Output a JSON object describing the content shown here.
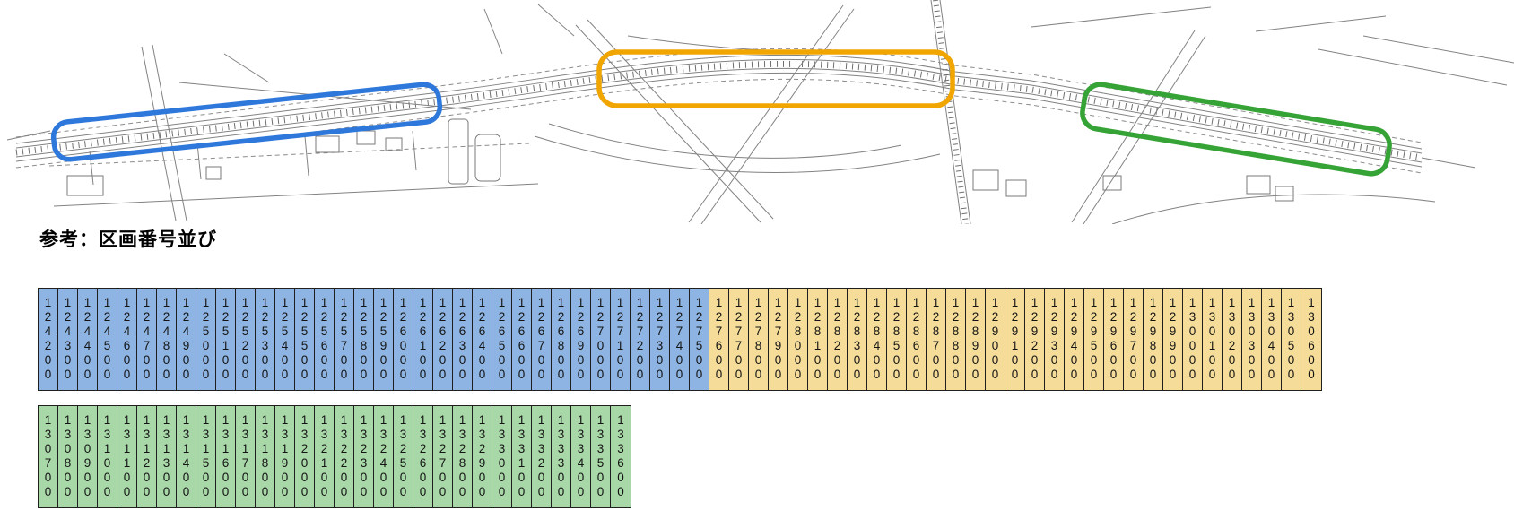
{
  "page": {
    "title": "参考：区画番号並び"
  },
  "map": {
    "highlights": [
      {
        "id": "blue",
        "color": "#2E78DC"
      },
      {
        "id": "yellow",
        "color": "#F0A500"
      },
      {
        "id": "green",
        "color": "#36A336"
      }
    ]
  },
  "colors": {
    "cell_blue": "#8DB4E2",
    "cell_yellow": "#F5DD99",
    "cell_green": "#A8D7A8"
  },
  "tables": [
    {
      "name": "block-number-row-1",
      "segments": [
        {
          "color_key": "cell_blue",
          "values": [
            "124200",
            "124300",
            "124400",
            "124500",
            "124600",
            "124700",
            "124800",
            "124900",
            "125000",
            "125100",
            "125200",
            "125300",
            "125400",
            "125500",
            "125600",
            "125700",
            "125800",
            "125900",
            "126000",
            "126100",
            "126200",
            "126300",
            "126400",
            "126500",
            "126600",
            "126700",
            "126800",
            "126900",
            "127000",
            "127100",
            "127200",
            "127300",
            "127400",
            "127500"
          ]
        },
        {
          "color_key": "cell_yellow",
          "values": [
            "127600",
            "127700",
            "127800",
            "127900",
            "128000",
            "128100",
            "128200",
            "128300",
            "128400",
            "128500",
            "128600",
            "128700",
            "128800",
            "128900",
            "129000",
            "129100",
            "129200",
            "129300",
            "129400",
            "129500",
            "129600",
            "129700",
            "129800",
            "129900",
            "130000",
            "130100",
            "130200",
            "130300",
            "130400",
            "130500",
            "130600"
          ]
        }
      ]
    },
    {
      "name": "block-number-row-2",
      "segments": [
        {
          "color_key": "cell_green",
          "values": [
            "130700",
            "130800",
            "130900",
            "131000",
            "131100",
            "131200",
            "131300",
            "131400",
            "131500",
            "131600",
            "131700",
            "131800",
            "131900",
            "132000",
            "132100",
            "132200",
            "132300",
            "132400",
            "132500",
            "132600",
            "132700",
            "132800",
            "132900",
            "133000",
            "133100",
            "133200",
            "133300",
            "133400",
            "133500",
            "133600"
          ]
        }
      ]
    }
  ]
}
